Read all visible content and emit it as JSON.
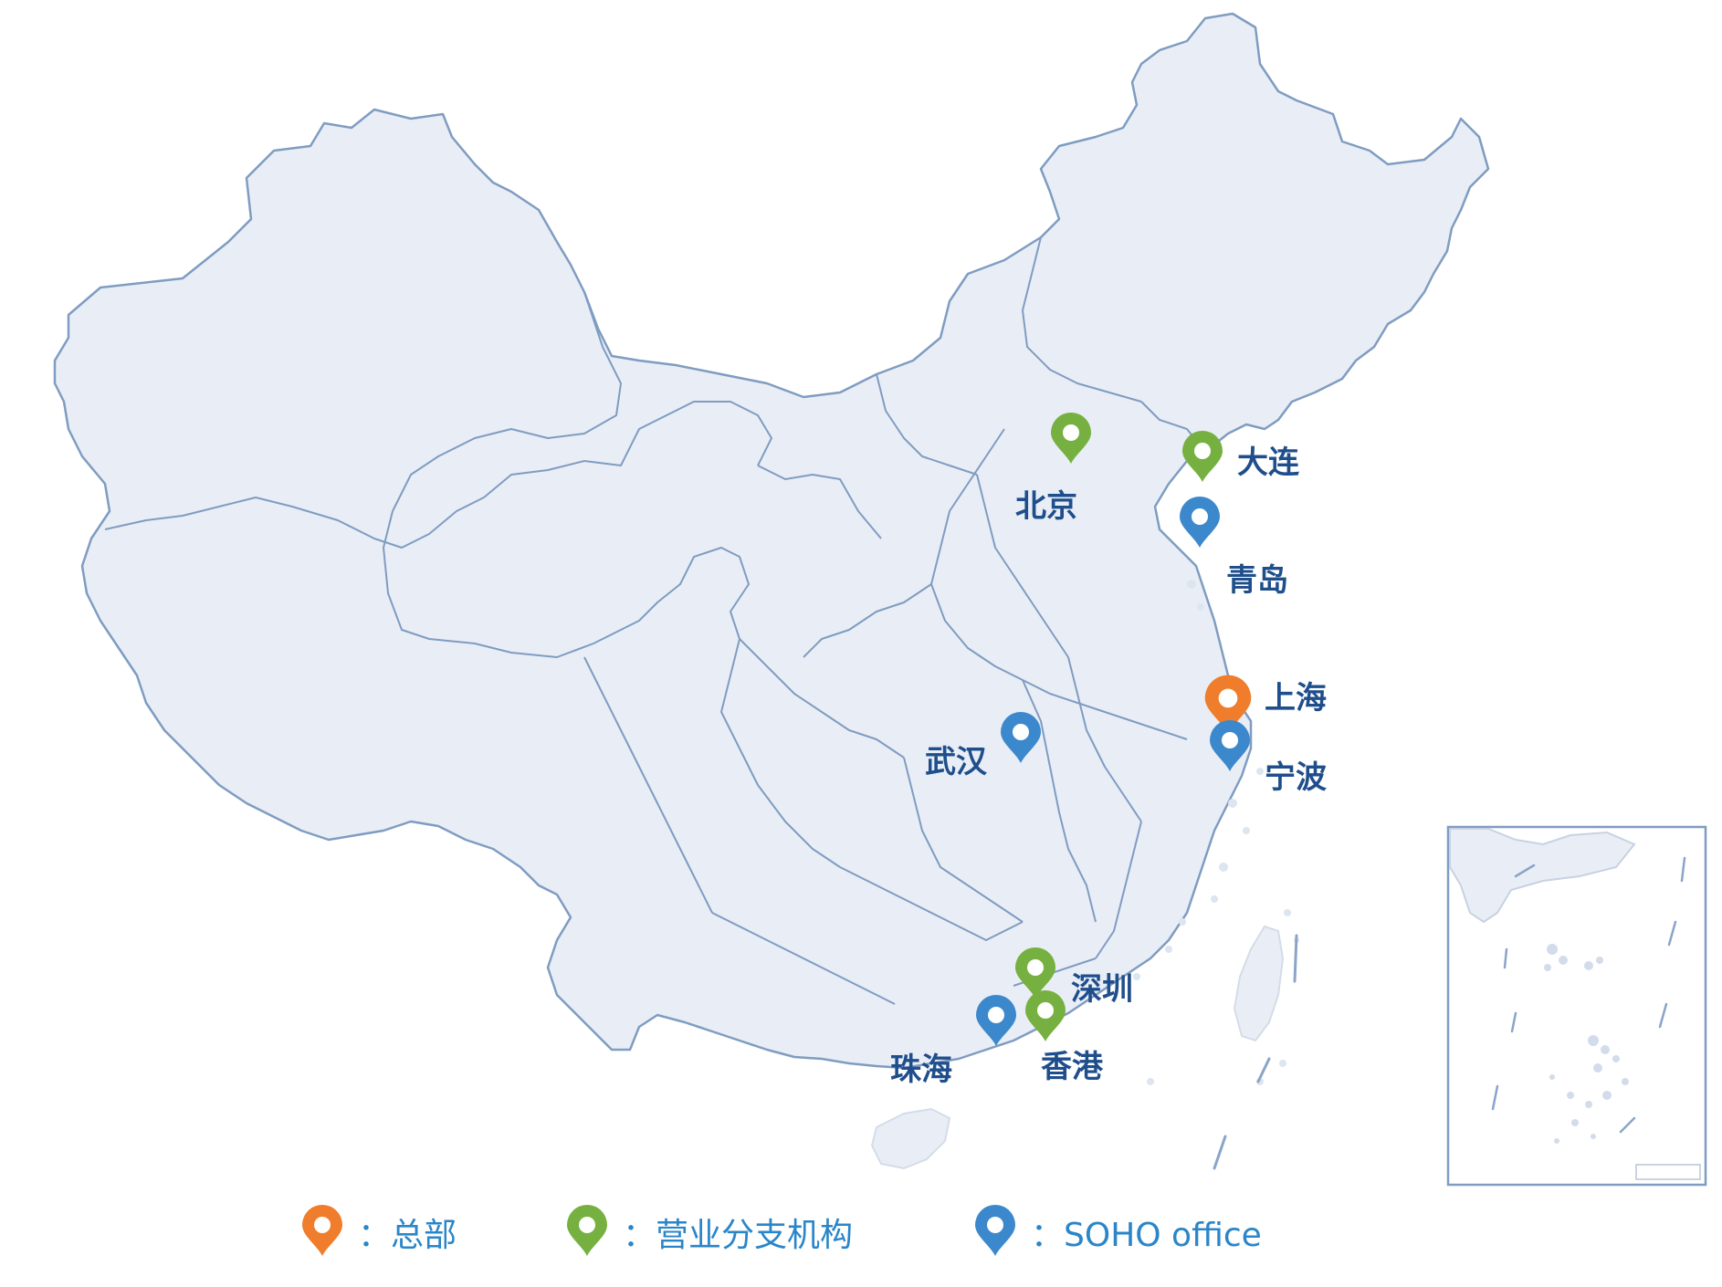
{
  "colors": {
    "land": "#e9eef6",
    "border": "#7f9cc1",
    "label": "#1f4e8c",
    "legend_text": "#2a86c9",
    "headquarters": "#ef7d2b",
    "branch": "#76b041",
    "soho": "#3c88cc"
  },
  "markers": [
    {
      "id": "beijing",
      "label": "北京",
      "type": "branch"
    },
    {
      "id": "dalian",
      "label": "大连",
      "type": "branch"
    },
    {
      "id": "qingdao",
      "label": "青岛",
      "type": "soho"
    },
    {
      "id": "shanghai",
      "label": "上海",
      "type": "headquarters"
    },
    {
      "id": "ningbo",
      "label": "宁波",
      "type": "soho"
    },
    {
      "id": "wuhan",
      "label": "武汉",
      "type": "soho"
    },
    {
      "id": "shenzhen",
      "label": "深圳",
      "type": "branch"
    },
    {
      "id": "hongkong",
      "label": "香港",
      "type": "branch"
    },
    {
      "id": "zhuhai",
      "label": "珠海",
      "type": "soho"
    }
  ],
  "legend": [
    {
      "type": "headquarters",
      "label": "：总部"
    },
    {
      "type": "branch",
      "label": "：营业分支机构"
    },
    {
      "type": "soho",
      "label": "：SOHO office"
    }
  ]
}
